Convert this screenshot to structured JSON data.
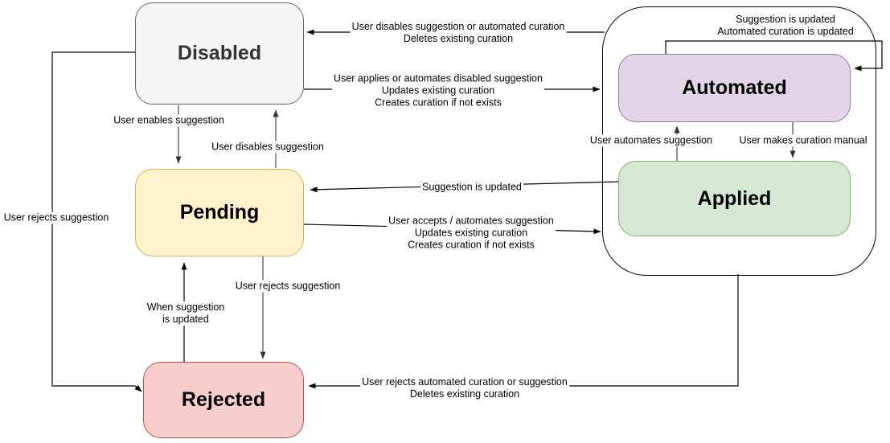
{
  "states": {
    "disabled": "Disabled",
    "pending": "Pending",
    "rejected": "Rejected",
    "automated": "Automated",
    "applied": "Applied"
  },
  "edges": {
    "group_to_disabled": {
      "lines": [
        "User disables suggestion or automated curation",
        "Deletes existing curation"
      ]
    },
    "disabled_to_group": {
      "lines": [
        "User applies or automates disabled suggestion",
        "Updates existing curation",
        "Creates curation if not exists"
      ]
    },
    "disabled_to_pending": {
      "lines": [
        "User enables suggestion"
      ]
    },
    "pending_to_disabled": {
      "lines": [
        "User disables suggestion"
      ]
    },
    "disabled_to_rejected": {
      "lines": [
        "User rejects suggestion"
      ]
    },
    "applied_to_pending": {
      "lines": [
        "Suggestion is updated"
      ]
    },
    "pending_to_group": {
      "lines": [
        "User accepts / automates suggestion",
        "Updates existing curation",
        "Creates curation if not exists"
      ]
    },
    "automated_self_loop": {
      "lines": [
        "Suggestion is updated",
        "Automated curation is updated"
      ]
    },
    "applied_to_automated": {
      "lines": [
        "User automates suggestion"
      ]
    },
    "automated_to_applied": {
      "lines": [
        "User makes curation manual"
      ]
    },
    "rejected_to_pending": {
      "lines": [
        "When suggestion",
        "is updated"
      ]
    },
    "pending_to_rejected": {
      "lines": [
        "User rejects suggestion"
      ]
    },
    "group_to_rejected": {
      "lines": [
        "User rejects automated curation or suggestion",
        "Deletes existing curation"
      ]
    }
  },
  "colors": {
    "disabled_fill": "#f5f5f5",
    "disabled_stroke": "#666666",
    "pending_fill": "#fff2cc",
    "pending_stroke": "#d6b656",
    "rejected_fill": "#f8cecc",
    "rejected_stroke": "#b85450",
    "automated_fill": "#e1d5e7",
    "automated_stroke": "#9673a6",
    "applied_fill": "#d5e8d4",
    "applied_stroke": "#82b366"
  }
}
